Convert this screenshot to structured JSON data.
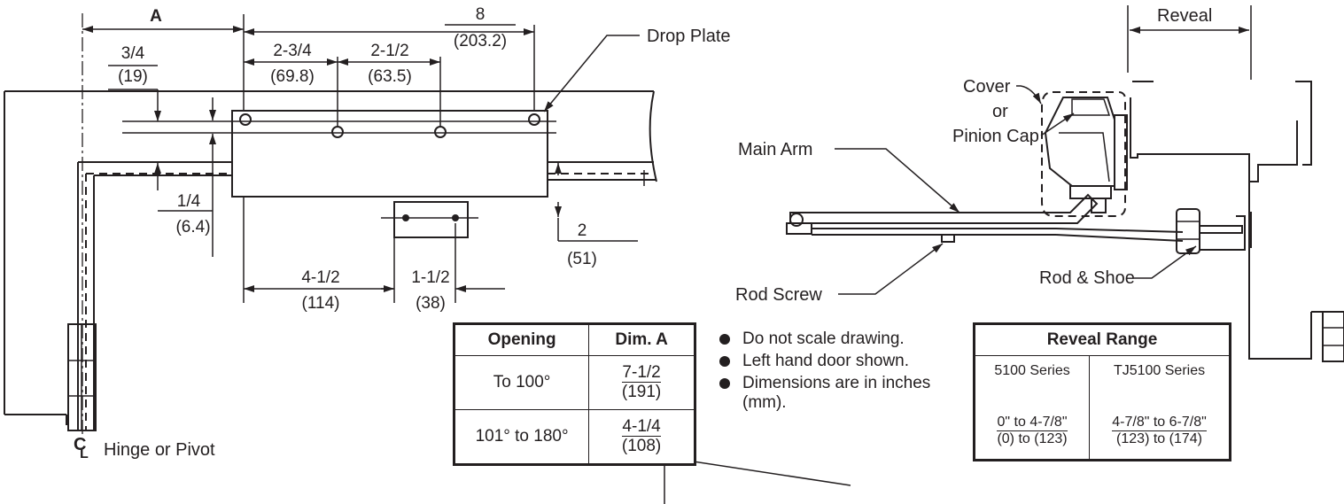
{
  "dimensions": {
    "dim_a": "A",
    "overall_len": "8",
    "overall_len_mm": "(203.2)",
    "offset_top": "3/4",
    "offset_top_mm": "(19)",
    "span_one": "2-3/4",
    "span_one_mm": "(69.8)",
    "span_two": "2-1/2",
    "span_two_mm": "(63.5)",
    "offset_low": "1/4",
    "offset_low_mm": "(6.4)",
    "drop": "2",
    "drop_mm": "(51)",
    "bottom_len": "4-1/2",
    "bottom_len_mm": "(114)",
    "bracket_w": "1-1/2",
    "bracket_w_mm": "(38)",
    "reveal": "Reveal"
  },
  "labels": {
    "drop_plate": "Drop Plate",
    "hinge_pivot": "Hinge or Pivot",
    "centerline_c": "C",
    "centerline_l": "L",
    "cover": "Cover",
    "or": "or",
    "pinion_cap": "Pinion Cap",
    "main_arm": "Main Arm",
    "rod_screw": "Rod Screw",
    "rod_shoe": "Rod & Shoe"
  },
  "opening_table": {
    "headers": [
      "Opening",
      "Dim. A"
    ],
    "rows": [
      {
        "opening": "To 100°",
        "dim_num": "7-1/2",
        "dim_den": "(191)"
      },
      {
        "opening": "101° to 180°",
        "dim_num": "4-1/4",
        "dim_den": "(108)"
      }
    ]
  },
  "notes": [
    "Do not scale drawing.",
    "Left hand door shown.",
    "Dimensions are in inches (mm)."
  ],
  "reveal_table": {
    "title": "Reveal Range",
    "columns": [
      {
        "series": "5100 Series",
        "num": "0\" to 4-7/8\"",
        "den": "(0) to (123)"
      },
      {
        "series": "TJ5100 Series",
        "num": "4-7/8\" to 6-7/8\"",
        "den": "(123) to (174)"
      }
    ]
  }
}
